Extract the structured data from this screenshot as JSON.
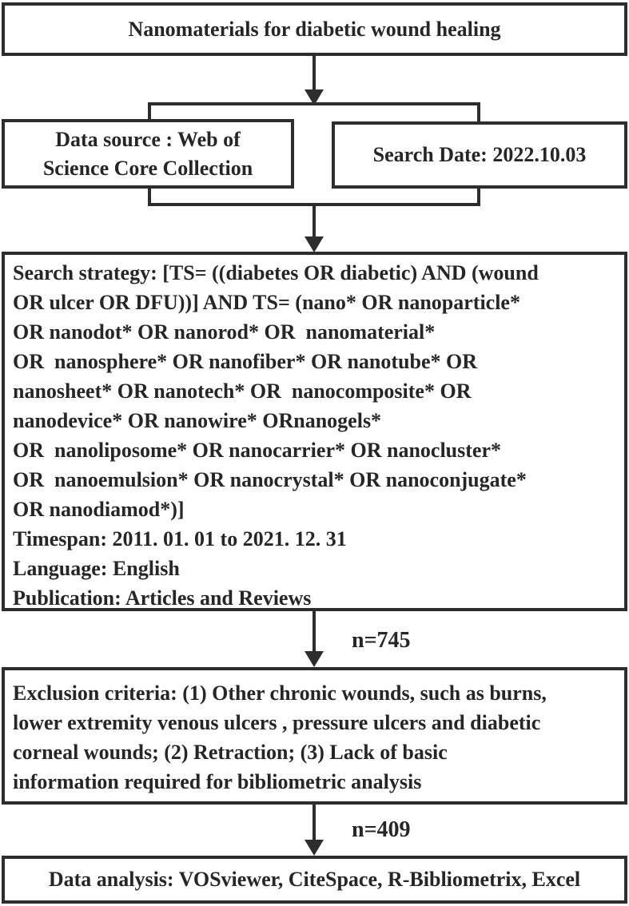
{
  "flow": {
    "title_box": {
      "text": "Nanomaterials for diabetic wound healing"
    },
    "source_box": {
      "lines": [
        "Data source : Web of",
        "Science Core Collection"
      ]
    },
    "date_box": {
      "text": "Search Date: 2022.10.03"
    },
    "strategy_box": {
      "lines": [
        "Search strategy: [TS= ((diabetes OR diabetic) AND (wound",
        "OR ulcer OR DFU))] AND TS= (nano* OR nanoparticle*",
        "OR nanodot* OR nanorod* OR  nanomaterial*",
        "OR  nanosphere* OR nanofiber* OR nanotube* OR",
        "nanosheet* OR nanotech* OR  nanocomposite* OR",
        "nanodevice* OR nanowire* ORnanogels*",
        "OR  nanoliposome* OR nanocarrier* OR nanocluster*",
        "OR  nanoemulsion* OR nanocrystal* OR nanoconjugate*",
        "OR nanodiamod*)]",
        "Timespan: 2011. 01. 01 to 2021. 12. 31",
        "Language: English",
        "Publication: Articles and Reviews"
      ]
    },
    "count_1": "n=745",
    "exclusion_box": {
      "lines": [
        "Exclusion criteria: (1) Other chronic wounds, such as burns,",
        "lower extremity venous ulcers , pressure ulcers and diabetic",
        "corneal wounds; (2) Retraction; (3) Lack of basic",
        "information required for bibliometric analysis"
      ]
    },
    "count_2": "n=409",
    "analysis_box": {
      "text": "Data analysis: VOSviewer, CiteSpace, R-Bibliometrix, Excel"
    }
  },
  "colors": {
    "line_color": "#2d2d2d",
    "text_color": "#262626",
    "background": "#ffffff"
  }
}
